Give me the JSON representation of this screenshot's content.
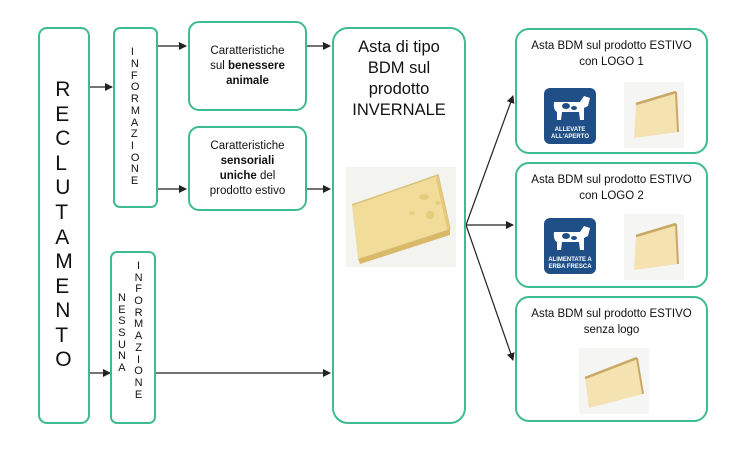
{
  "reclutamento": [
    "R",
    "E",
    "C",
    "L",
    "U",
    "T",
    "A",
    "M",
    "E",
    "N",
    "T",
    "O"
  ],
  "informazione": [
    "I",
    "N",
    "F",
    "O",
    "R",
    "M",
    "A",
    "Z",
    "I",
    "O",
    "N",
    "E"
  ],
  "nessuna": [
    "N",
    "E",
    "S",
    "S",
    "U",
    "N",
    "A"
  ],
  "informazione2": [
    "I",
    "N",
    "F",
    "O",
    "R",
    "M",
    "A",
    "Z",
    "I",
    "O",
    "N",
    "E"
  ],
  "box_benessere": {
    "line1": "Caratteristiche",
    "line2_prefix": "sul ",
    "line2_bold": "benessere",
    "line3_bold": "animale"
  },
  "box_sensoriali": {
    "line1": "Caratteristiche",
    "line2_bold": "sensoriali",
    "line3_bold": "uniche",
    "line3_suffix": " del",
    "line4": "prodotto estivo"
  },
  "asta_invernale": {
    "line1": "Asta di tipo",
    "line2": "BDM sul",
    "line3": "prodotto",
    "line4": "INVERNALE"
  },
  "outcomes": [
    {
      "line1": "Asta BDM sul prodotto ESTIVO",
      "line2": "con LOGO 1",
      "logo_line1": "ALLEVATE",
      "logo_line2": "ALL'APERTO"
    },
    {
      "line1": "Asta BDM sul prodotto ESTIVO",
      "line2": "con LOGO 2",
      "logo_line1": "ALIMENTATE A",
      "logo_line2": "ERBA FRESCA"
    },
    {
      "line1": "Asta BDM sul prodotto ESTIVO",
      "line2": "senza logo"
    }
  ],
  "colors": {
    "border": "#3fba93",
    "arrow": "#222222",
    "logo_bg": "#1f4f86"
  },
  "icons": {
    "logo": "cow-icon",
    "cheese": "cheese-wedge-image"
  }
}
